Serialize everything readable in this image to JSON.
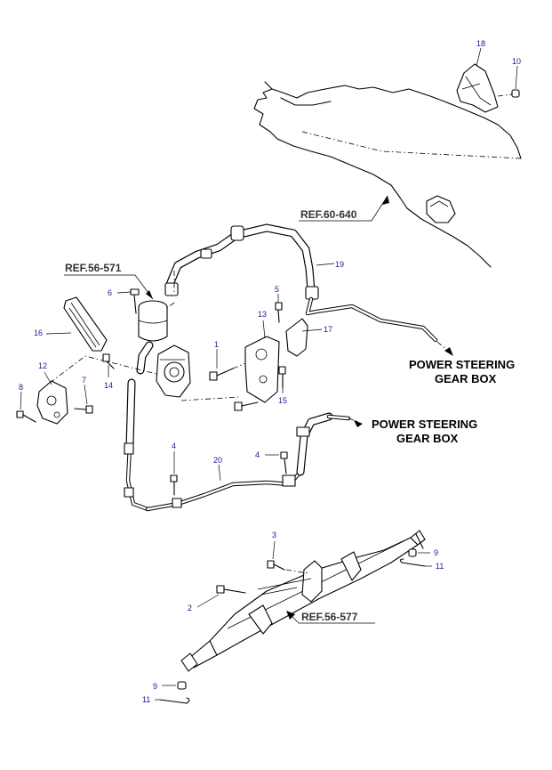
{
  "diagram": {
    "references": [
      {
        "id": "ref_60_640",
        "text": "REF.60-640"
      },
      {
        "id": "ref_56_571",
        "text": "REF.56-571"
      },
      {
        "id": "ref_56_577",
        "text": "REF.56-577"
      }
    ],
    "destinations": [
      {
        "id": "dest_upper",
        "line1": "POWER STEERING",
        "line2": "GEAR BOX"
      },
      {
        "id": "dest_lower",
        "line1": "POWER STEERING",
        "line2": "GEAR BOX"
      }
    ],
    "part_numbers": {
      "p18": "18",
      "p10": "10",
      "p19": "19",
      "p6": "6",
      "p16": "16",
      "p5": "5",
      "p13": "13",
      "p17": "17",
      "p1": "1",
      "p12": "12",
      "p8": "8",
      "p7": "7",
      "p14": "14",
      "p15": "15",
      "p4a": "4",
      "p20": "20",
      "p4b": "4",
      "p3": "3",
      "p9a": "9",
      "p11a": "11",
      "p2": "2",
      "p9b": "9",
      "p11b": "11"
    }
  }
}
